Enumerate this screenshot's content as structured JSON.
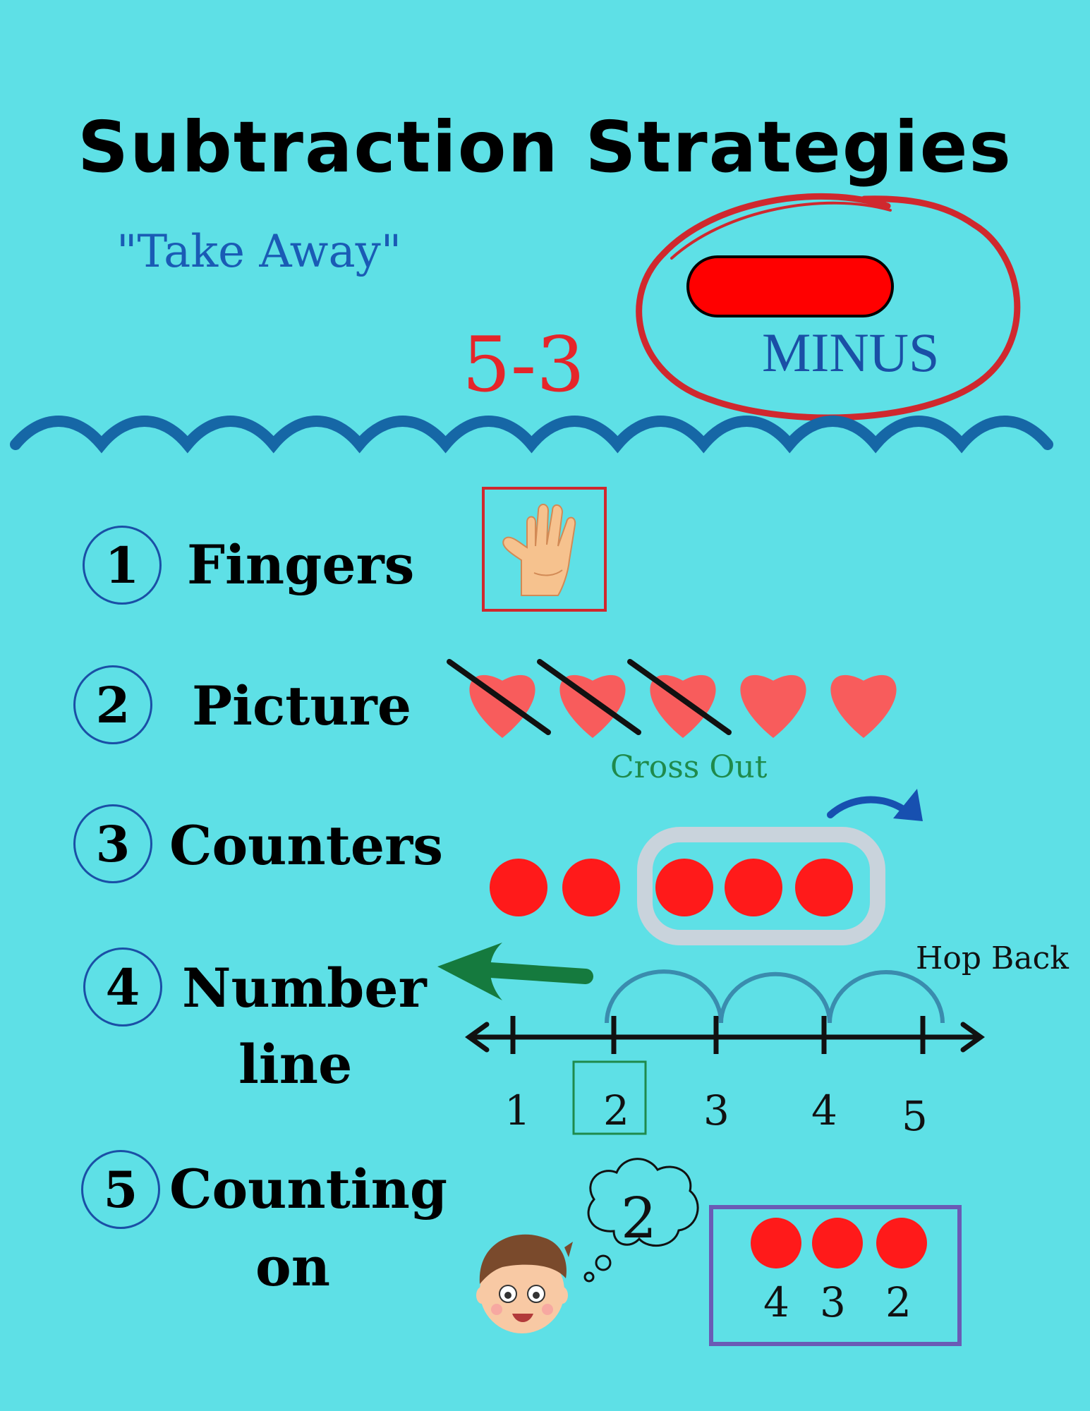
{
  "title": "Subtraction Strategies",
  "subtitle": "\"Take Away\"",
  "equation": "5-3",
  "minus_label": "MINUS",
  "steps": [
    {
      "number": "1",
      "label": "Fingers"
    },
    {
      "number": "2",
      "label": "Picture"
    },
    {
      "number": "3",
      "label": "Counters"
    },
    {
      "number": "4",
      "label_line1": "Number",
      "label_line2": "line"
    },
    {
      "number": "5",
      "label_line1": "Counting",
      "label_line2": "on"
    }
  ],
  "picture": {
    "hearts_total": 5,
    "hearts_crossed": 3,
    "caption": "Cross Out"
  },
  "counters": {
    "total": 5,
    "taken_away": 3
  },
  "number_line": {
    "caption": "Hop Back",
    "ticks": [
      "1",
      "2",
      "3",
      "4",
      "5"
    ],
    "answer": "2"
  },
  "counting_on": {
    "thought": "2",
    "counts": [
      "4",
      "3",
      "2"
    ]
  },
  "colors": {
    "background": "#5ee0e6",
    "minus_bar": "#ff0000",
    "circle": "#d0282e",
    "wave": "#1667a6",
    "heart": "#f85c5c",
    "counter": "#ff1a1a",
    "blue_text": "#1a4fa6",
    "green": "#1f8a4c",
    "box_purple": "#6a5bb5"
  },
  "icons": [
    "hand-icon",
    "boy-face-icon",
    "thought-bubble-icon",
    "curved-arrow-icon",
    "left-arrow-icon"
  ]
}
